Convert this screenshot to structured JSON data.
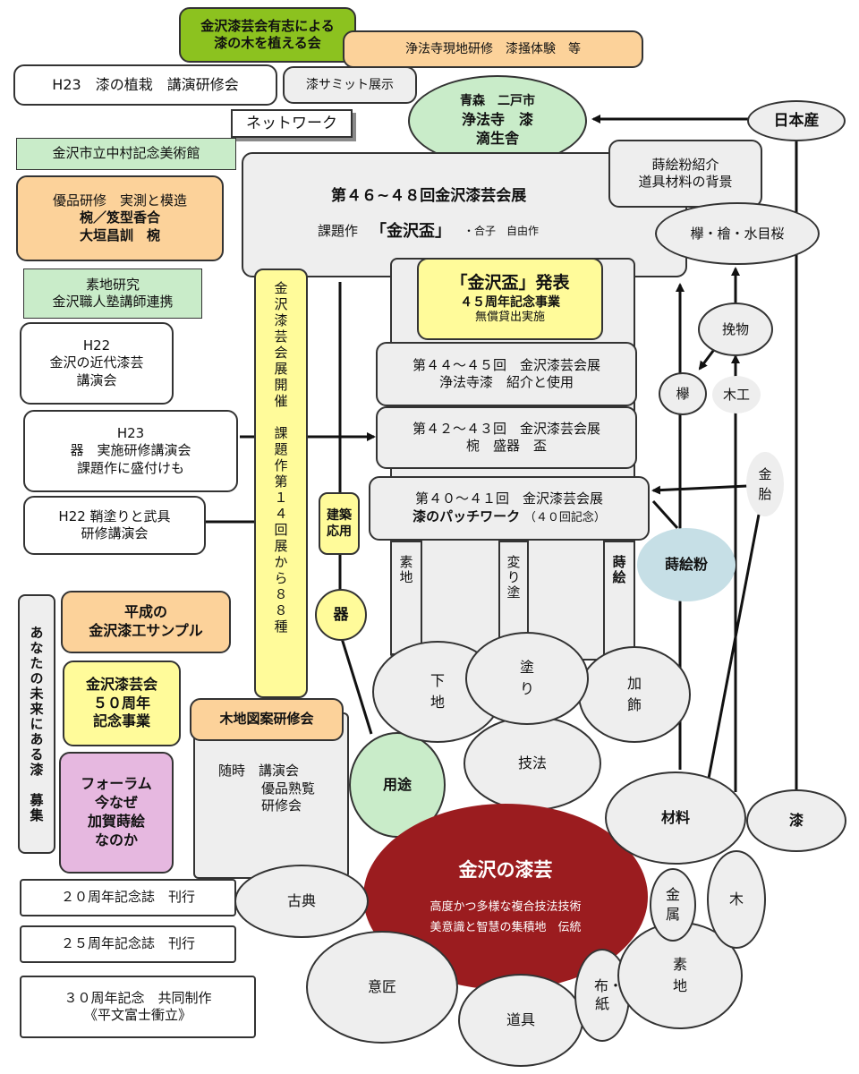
{
  "top": {
    "volunteer": [
      "金沢漆芸会有志による",
      "漆の木を植える会"
    ],
    "training": "浄法寺現地研修　漆掻体験　等",
    "h23_planting": "H23　漆の植栽　講演研修会",
    "summit": "漆サミット展示",
    "network": "ネットワーク",
    "museum": "金沢市立中村記念美術館",
    "aomori": [
      "青森　二戸市",
      "浄法寺　漆",
      "滴生舎"
    ],
    "japan": "日本産"
  },
  "left": {
    "superior": [
      "優品研修　実測と模造",
      "椀／笈型香合",
      "大垣昌訓　椀"
    ],
    "substrate": [
      "素地研究",
      "金沢職人塾講師連携"
    ],
    "h22_lecture": [
      "H22",
      "金沢の近代漆芸",
      "講演会"
    ],
    "h23_vessel": [
      "H23",
      "器　実施研修講演会",
      "課題作に盛付けも"
    ],
    "h22_armor": [
      "H22 鞘塗りと武具",
      "研修講演会"
    ],
    "recruit": "あなたの未来にある漆　募集",
    "heisei": [
      "平成の",
      "金沢漆工サンプル"
    ],
    "anniv50": [
      "金沢漆芸会",
      "５０周年",
      "記念事業"
    ],
    "forum": [
      "フォーラム",
      "今なぜ",
      "加賀蒔絵",
      "なのか"
    ],
    "mokuji_title": "木地図案研修会",
    "mokuji_body": [
      "随時　講演会",
      "優品熟覧",
      "研修会"
    ],
    "anniv20": "２０周年記念誌　刊行",
    "anniv25": "２５周年記念誌　刊行",
    "anniv30": [
      "３０周年記念　共同制作",
      "《平文富士衝立》"
    ]
  },
  "center": {
    "exhibit_main": "第４６~４８回金沢漆芸会展",
    "exhibit_sub1": "課題作",
    "exhibit_sub2": "「金沢盃」",
    "exhibit_sub3": "・合子　自由作",
    "exhibit_vertical": "金沢漆芸会展開催　課題作第１４回展から８８種",
    "announce": [
      "「金沢盃」発表",
      "４５周年記念事業",
      "無償貸出実施"
    ],
    "ex44": [
      "第４４～４５回　金沢漆芸会展",
      "浄法寺漆　紹介と使用"
    ],
    "ex42": [
      "第４２～４３回　金沢漆芸会展",
      "椀　盛器　盃"
    ],
    "ex40_line1": "第４０～４１回　金沢漆芸会展",
    "ex40_line2": "漆のパッチワーク",
    "ex40_line3": "（４０回記念）",
    "architecture": "建築応用",
    "vessel": "器",
    "kiji": "素地",
    "kawarinuri": "変り塗",
    "makie": "蒔絵",
    "shitaji": "下地",
    "nuri": "塗り",
    "kashoku": "加飾",
    "gihou": "技法",
    "youto": "用途",
    "koten": "古典",
    "isho": "意匠",
    "dougu": "道具",
    "nuno": "布・紙",
    "soji": "素地",
    "kin": "金属",
    "ki": "木",
    "zairyou": "材料",
    "urushi": "漆",
    "core_title": "金沢の漆芸",
    "core_line1": "高度かつ多様な複合技法技術",
    "core_line2": "美意識と智慧の集積地　伝統"
  },
  "right": {
    "makie_powder": [
      "蒔絵粉紹介",
      "道具材料の背景"
    ],
    "woods": "欅・檜・水目桜",
    "hikimono": "挽物",
    "keyaki": "欅",
    "mokkou": "木工",
    "kintai": "金胎",
    "makiefun": "蒔絵粉"
  },
  "colors": {
    "orange": "#fcd29a",
    "green": "#c9ecc9",
    "yellow": "#fffb9a",
    "lime": "#8cc21f",
    "pink": "#e6b8e0",
    "blue": "#c6dfe6",
    "core_red": "#9b1c1f"
  }
}
